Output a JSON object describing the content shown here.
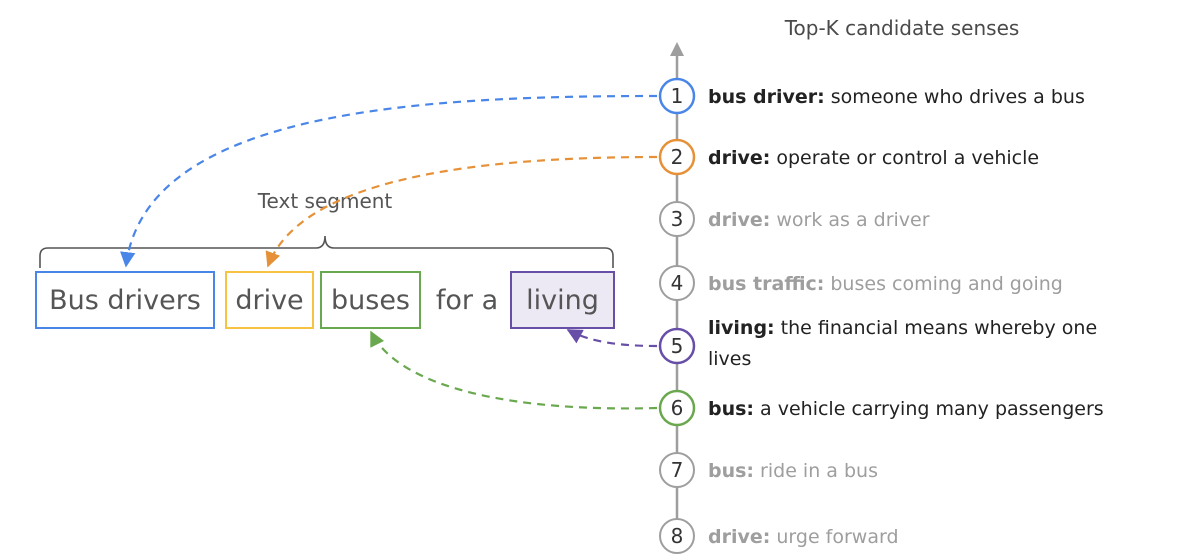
{
  "axis_title": "Top-K candidate senses",
  "segment_label": "Text segment",
  "segment_words": [
    {
      "text": "Bus drivers",
      "boxed": true,
      "color": "#4a86e8"
    },
    {
      "text": "drive",
      "boxed": true,
      "color": "#f6c342"
    },
    {
      "text": "buses",
      "boxed": true,
      "color": "#6aa84f"
    },
    {
      "text": "for a",
      "boxed": false,
      "color": ""
    },
    {
      "text": "living",
      "boxed": true,
      "color": "#674ea7",
      "fill": "#ece8f4"
    }
  ],
  "senses": [
    {
      "rank": "1",
      "term": "bus driver:",
      "definition": "someone who drives a bus",
      "definition_line2": "",
      "highlighted": true,
      "color": "#4a86e8"
    },
    {
      "rank": "2",
      "term": "drive:",
      "definition": "operate or control a vehicle",
      "definition_line2": "",
      "highlighted": true,
      "color": "#e69138"
    },
    {
      "rank": "3",
      "term": "drive:",
      "definition": "work as a driver",
      "definition_line2": "",
      "highlighted": false,
      "color": "#9e9e9e"
    },
    {
      "rank": "4",
      "term": "bus traffic:",
      "definition": "buses coming and going",
      "definition_line2": "",
      "highlighted": false,
      "color": "#9e9e9e"
    },
    {
      "rank": "5",
      "term": "living:",
      "definition": "the financial means whereby one",
      "definition_line2": "lives",
      "highlighted": true,
      "color": "#674ea7"
    },
    {
      "rank": "6",
      "term": "bus:",
      "definition": "a vehicle carrying many passengers",
      "definition_line2": "",
      "highlighted": true,
      "color": "#6aa84f"
    },
    {
      "rank": "7",
      "term": "bus:",
      "definition": "ride in a bus",
      "definition_line2": "",
      "highlighted": false,
      "color": "#9e9e9e"
    },
    {
      "rank": "8",
      "term": "drive:",
      "definition": "urge forward",
      "definition_line2": "",
      "highlighted": false,
      "color": "#9e9e9e"
    }
  ],
  "links": [
    {
      "from_rank": "1",
      "to_word": "Bus drivers",
      "color": "#4a86e8"
    },
    {
      "from_rank": "2",
      "to_word": "drive",
      "color": "#e69138"
    },
    {
      "from_rank": "5",
      "to_word": "living",
      "color": "#674ea7"
    },
    {
      "from_rank": "6",
      "to_word": "buses",
      "color": "#6aa84f"
    }
  ],
  "colors": {
    "axis": "#9e9e9e",
    "highlight_text": "#222222",
    "faded_text": "#9e9e9e",
    "bracket": "#555555"
  }
}
